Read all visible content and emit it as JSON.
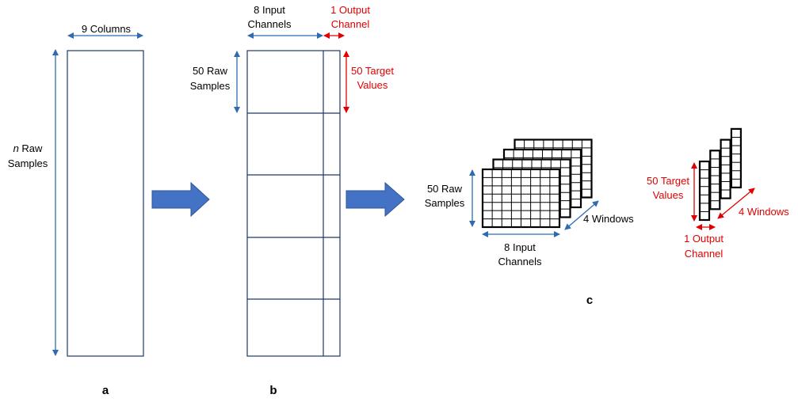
{
  "colors": {
    "blue": "#2e6bb0",
    "red": "#e00000",
    "box": "#1f3864",
    "arrow_fill": "#4472c4",
    "arrow_stroke": "#2f5597"
  },
  "icons": [
    "right-arrow-icon"
  ],
  "panel_a": {
    "columns_label": "9 Columns",
    "raw_italic": "n",
    "raw_line1": " Raw",
    "raw_line2": "Samples",
    "caption": "a"
  },
  "panel_b": {
    "input_line1": "8 Input",
    "input_line2": "Channels",
    "output_line1": "1 Output",
    "output_line2": "Channel",
    "raw_line1": "50 Raw",
    "raw_line2": "Samples",
    "target_line1": "50 Target",
    "target_line2": "Values",
    "caption": "b"
  },
  "panel_c": {
    "raw_line1": "50 Raw",
    "raw_line2": "Samples",
    "input_line1": "8 Input",
    "input_line2": "Channels",
    "windows_label": "4 Windows",
    "target_line1": "50 Target",
    "target_line2": "Values",
    "output_line1": "1 Output",
    "output_line2": "Channel",
    "windows_label_red": "4 Windows",
    "caption": "c"
  }
}
